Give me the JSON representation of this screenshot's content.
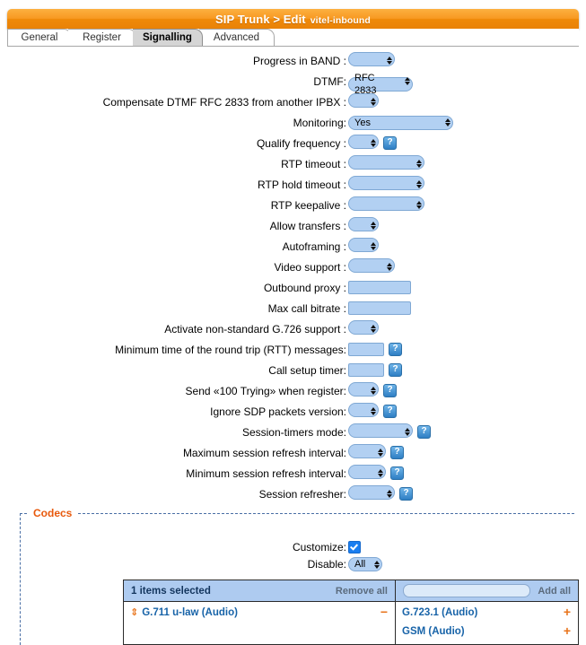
{
  "window": {
    "title": "SIP Trunk > Edit",
    "subtitle": "vitel-inbound"
  },
  "tabs": [
    {
      "label": "General",
      "active": false
    },
    {
      "label": "Register",
      "active": false
    },
    {
      "label": "Signalling",
      "active": true
    },
    {
      "label": "Advanced",
      "active": false
    }
  ],
  "form": {
    "rows": [
      {
        "label": "Progress in BAND :",
        "type": "select",
        "value": "",
        "width": 52,
        "help": false
      },
      {
        "label": "DTMF:",
        "type": "select",
        "value": "RFC 2833",
        "width": 72,
        "help": false
      },
      {
        "label": "Compensate DTMF RFC 2833 from another IPBX :",
        "type": "select",
        "value": "",
        "width": 34,
        "help": false
      },
      {
        "label": "Monitoring:",
        "type": "select",
        "value": "Yes",
        "width": 117,
        "help": false
      },
      {
        "label": "Qualify frequency :",
        "type": "select",
        "value": "",
        "width": 34,
        "help": true
      },
      {
        "label": "RTP timeout :",
        "type": "select",
        "value": "",
        "width": 85,
        "help": false
      },
      {
        "label": "RTP hold timeout :",
        "type": "select",
        "value": "",
        "width": 85,
        "help": false
      },
      {
        "label": "RTP keepalive :",
        "type": "select",
        "value": "",
        "width": 85,
        "help": false
      },
      {
        "label": "Allow transfers :",
        "type": "select",
        "value": "",
        "width": 34,
        "help": false
      },
      {
        "label": "Autoframing :",
        "type": "select",
        "value": "",
        "width": 34,
        "help": false
      },
      {
        "label": "Video support :",
        "type": "select",
        "value": "",
        "width": 52,
        "help": false
      },
      {
        "label": "Outbound proxy :",
        "type": "text",
        "value": "",
        "width": 70,
        "help": false
      },
      {
        "label": "Max call bitrate :",
        "type": "text",
        "value": "",
        "width": 70,
        "help": false
      },
      {
        "label": "Activate non-standard G.726 support :",
        "type": "select",
        "value": "",
        "width": 34,
        "help": false
      },
      {
        "label": "Minimum time of the round trip (RTT) messages:",
        "type": "text",
        "value": "",
        "width": 40,
        "help": true
      },
      {
        "label": "Call setup timer:",
        "type": "text",
        "value": "",
        "width": 40,
        "help": true
      },
      {
        "label": "Send «100 Trying» when register:",
        "type": "select",
        "value": "",
        "width": 34,
        "help": true
      },
      {
        "label": "Ignore SDP packets version:",
        "type": "select",
        "value": "",
        "width": 34,
        "help": true
      },
      {
        "label": "Session-timers mode:",
        "type": "select",
        "value": "",
        "width": 72,
        "help": true
      },
      {
        "label": "Maximum session refresh interval:",
        "type": "select",
        "value": "",
        "width": 42,
        "help": true
      },
      {
        "label": "Minimum session refresh interval:",
        "type": "select",
        "value": "",
        "width": 42,
        "help": true
      },
      {
        "label": "Session refresher:",
        "type": "select",
        "value": "",
        "width": 52,
        "help": true
      }
    ]
  },
  "codecs": {
    "legend": "Codecs",
    "customize_label": "Customize:",
    "customize_checked": true,
    "disable_label": "Disable:",
    "disable_value": "All",
    "selected_panel": {
      "title": "1 items selected",
      "action": "Remove all",
      "items": [
        {
          "name": "G.711 u-law (Audio)",
          "action": "−",
          "drag": "⇕"
        }
      ]
    },
    "available_panel": {
      "search_value": "",
      "action": "Add all",
      "items": [
        {
          "name": "G.723.1 (Audio)",
          "action": "+"
        },
        {
          "name": "GSM (Audio)",
          "action": "+"
        }
      ]
    }
  },
  "colors": {
    "accent_orange": "#ef8908",
    "field_blue": "#b2d0f2",
    "link_blue": "#1763a8",
    "legend_orange": "#e8590c",
    "checkbox_blue": "#1a7ef0"
  }
}
